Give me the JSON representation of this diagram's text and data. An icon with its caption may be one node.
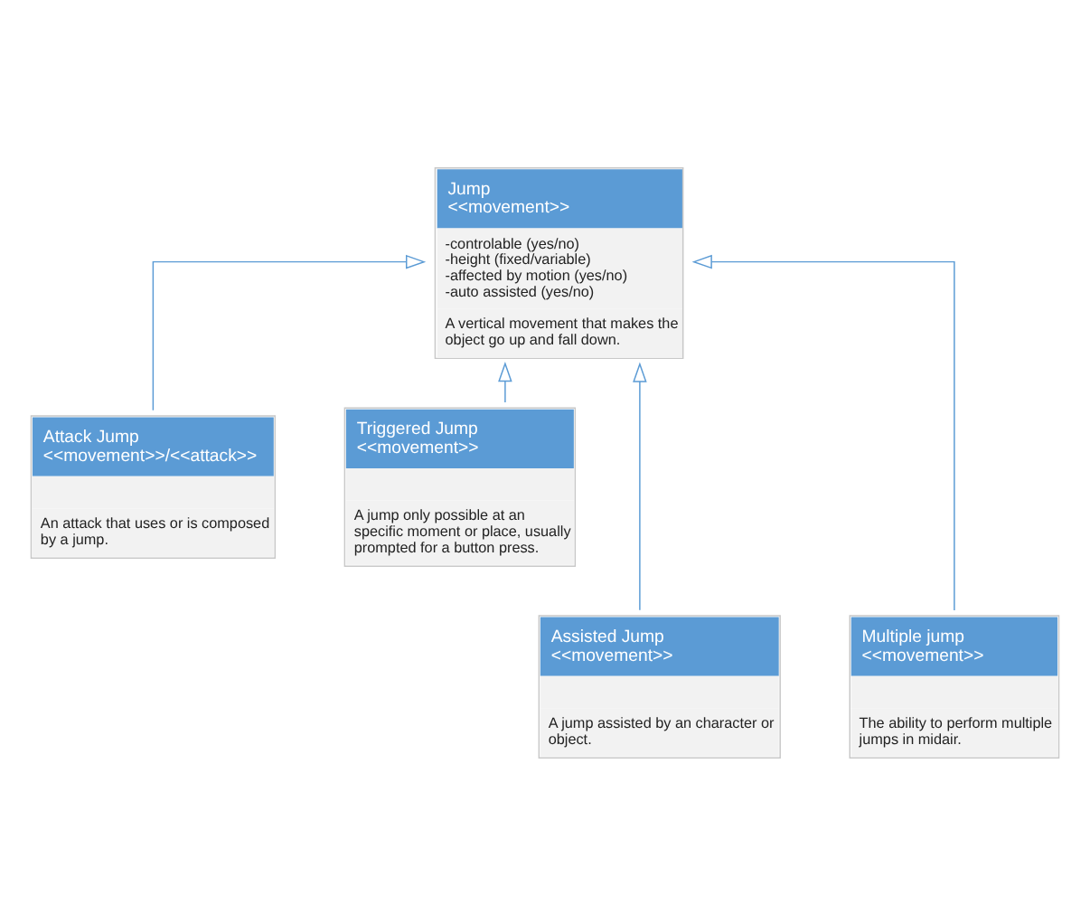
{
  "diagram": {
    "nodes": [
      {
        "text": [
          "Jump",
          "<<movement>>",
          "-controlable (yes/no)",
          "-height (fixed/variable)",
          "-affected by motion (yes/no)",
          "-auto assisted (yes/no)",
          "A vertical movement that makes the object go up and fall down."
        ]
      },
      {
        "text": [
          "Attack Jump",
          "<<movement>>/<<attack>>",
          "An attack that uses or is composed by a jump."
        ]
      },
      {
        "text": [
          "Triggered Jump",
          "<<movement>>",
          "A jump only possible at an specific moment or place, usually prompted for a button press."
        ]
      },
      {
        "text": [
          "Assisted Jump",
          "<<movement>>",
          "A jump assisted by an character or object."
        ]
      },
      {
        "text": [
          "Multiple jump",
          "<<movement>>",
          "The ability to perform multiple jumps in midair."
        ]
      }
    ],
    "edges": [
      {
        "from": 1,
        "to": 0,
        "arrow": "to"
      },
      {
        "from": 2,
        "to": 0,
        "arrow": "to"
      },
      {
        "from": 3,
        "to": 0,
        "arrow": "to"
      },
      {
        "from": 4,
        "to": 0,
        "arrow": "to"
      }
    ]
  }
}
